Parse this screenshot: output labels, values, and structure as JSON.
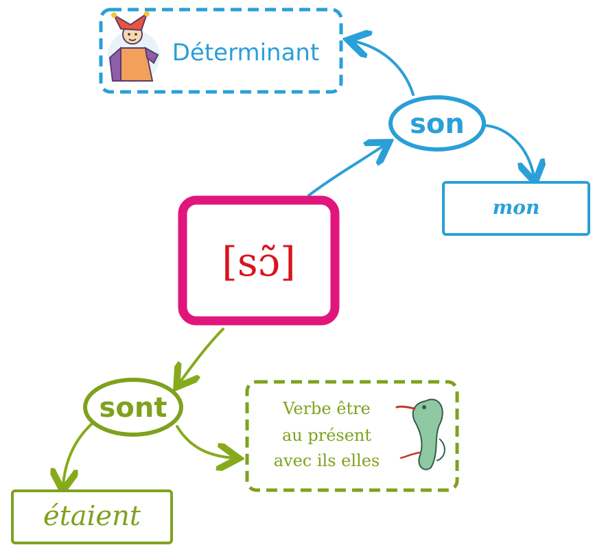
{
  "center": {
    "label": "[sɔ̃]"
  },
  "top_branch": {
    "word": "son",
    "definition_box": {
      "label": "Déterminant",
      "icon": "jester-puppet-icon"
    },
    "related_word": "mon"
  },
  "bottom_branch": {
    "word": "sont",
    "definition_box": {
      "lines": [
        "Verbe être",
        "au présent",
        "avec ils elles"
      ],
      "icon": "chameleon-icon"
    },
    "related_word": "étaient"
  },
  "colors": {
    "center": "#e0167c",
    "center_text": "#d8151d",
    "blue": "#2a9fd8",
    "green": "#7fa11e"
  }
}
